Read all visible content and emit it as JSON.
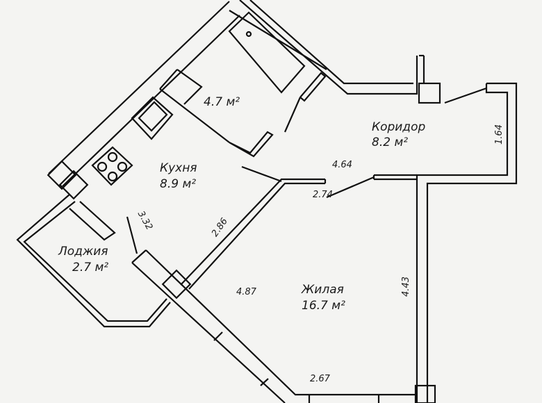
{
  "plan": {
    "title": "Apartment floor plan",
    "colors": {
      "background": "#f4f4f2",
      "line": "#111111"
    },
    "rooms": [
      {
        "id": "bathroom",
        "name": "",
        "area": "4.7 м²"
      },
      {
        "id": "corridor",
        "name": "Коридор",
        "area": "8.2 м²"
      },
      {
        "id": "kitchen",
        "name": "Кухня",
        "area": "8.9 м²"
      },
      {
        "id": "loggia",
        "name": "Лоджия",
        "area": "2.7 м²"
      },
      {
        "id": "living",
        "name": "Жилая",
        "area": "16.7 м²"
      }
    ],
    "dimensions": {
      "corridor_width": "1.64",
      "corridor_length": "4.64",
      "door_span": "2.74",
      "kitchen_side": "2.86",
      "loggia_kitchen": "3.32",
      "living_length": "4.87",
      "living_right": "4.43",
      "living_bottom": "2.67"
    }
  }
}
